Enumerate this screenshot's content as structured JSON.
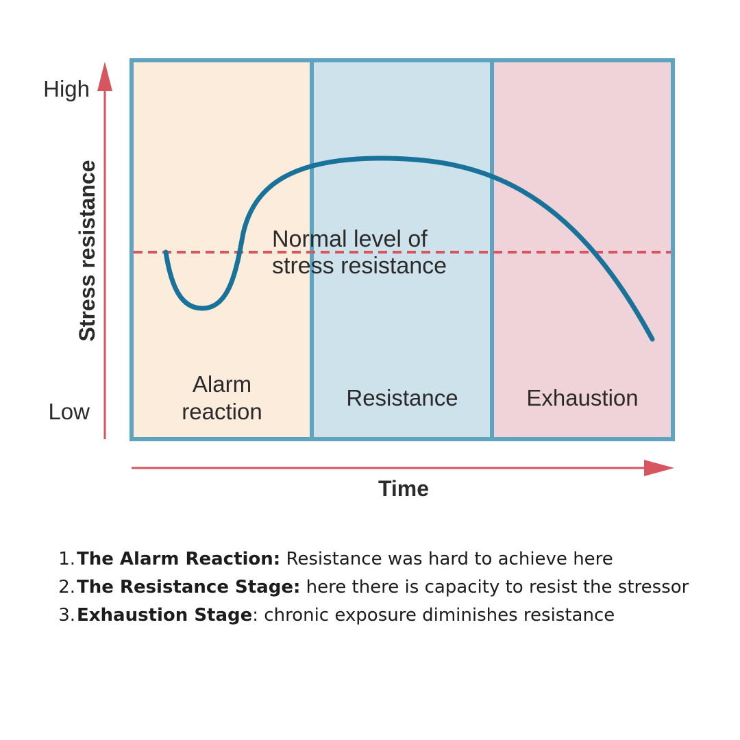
{
  "diagram": {
    "y_axis": {
      "label": "Stress resistance",
      "high": "High",
      "low": "Low"
    },
    "x_axis": {
      "label": "Time"
    },
    "normal_level_label": [
      "Normal level of",
      "stress resistance"
    ],
    "stages": [
      {
        "lines": [
          "Alarm",
          "reaction"
        ],
        "color": "#fbecdc"
      },
      {
        "lines": [
          "Resistance"
        ],
        "color": "#cde2ea"
      },
      {
        "lines": [
          "Exhaustion"
        ],
        "color": "#f0d3d8"
      }
    ],
    "colors": {
      "border": "#5ea3c0",
      "curve": "#19729a",
      "axis": "#d6555e",
      "normal_line": "#d6555e"
    }
  },
  "notes": [
    {
      "num": "1.",
      "title": "The Alarm Reaction:",
      "text": " Resistance was hard to achieve here"
    },
    {
      "num": "2.",
      "title": "The Resistance Stage:",
      "text": " here there is capacity to resist the stressor"
    },
    {
      "num": "3.",
      "title": "Exhaustion Stage",
      "text": ": chronic exposure diminishes resistance"
    }
  ]
}
